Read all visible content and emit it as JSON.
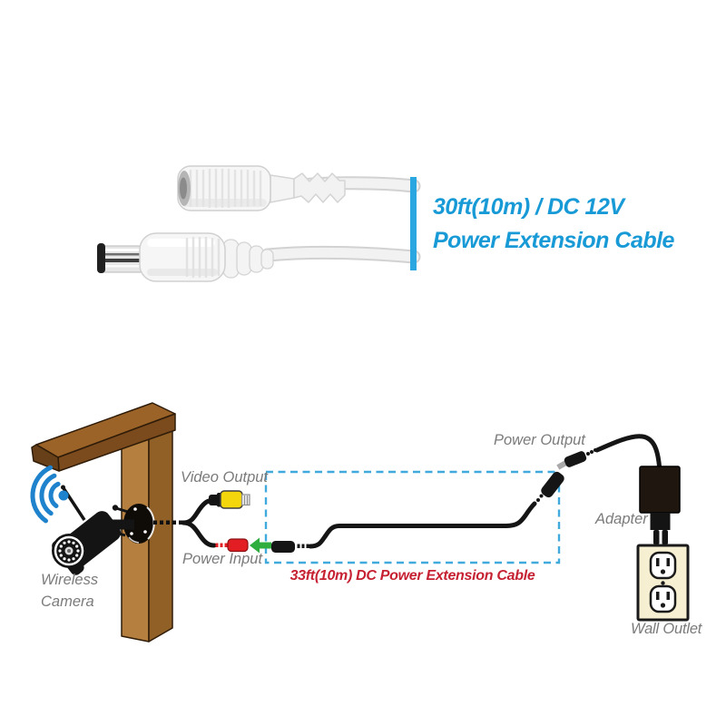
{
  "product_photo": {
    "headline_line1": "30ft(10m) / DC 12V",
    "headline_line2": "Power Extension Cable"
  },
  "diagram": {
    "video_output_label": "Video Output",
    "power_input_label": "Power Input",
    "wireless_camera_label_line1": "Wireless",
    "wireless_camera_label_line2": "Camera",
    "power_output_label": "Power Output",
    "adapter_label": "Adapter",
    "wall_outlet_label": "Wall Outlet",
    "extension_cable_caption": "33ft(10m) DC Power Extension Cable"
  },
  "colors": {
    "accent_blue_text": "#189ad6",
    "highlight_bar_blue": "#2aa7e0",
    "dashed_box_blue": "#41aadc",
    "caption_red": "#c62132",
    "label_gray": "#7b7b7b",
    "arrow_green": "#2fad3f",
    "connector_red": "#e21d23",
    "connector_yellow": "#f4d60d",
    "wifi_blue": "#1e82cc",
    "wood_post_light": "#b5803f",
    "wood_beam_dark": "#7b4a1d",
    "outlet_cream": "#f6efd2"
  }
}
